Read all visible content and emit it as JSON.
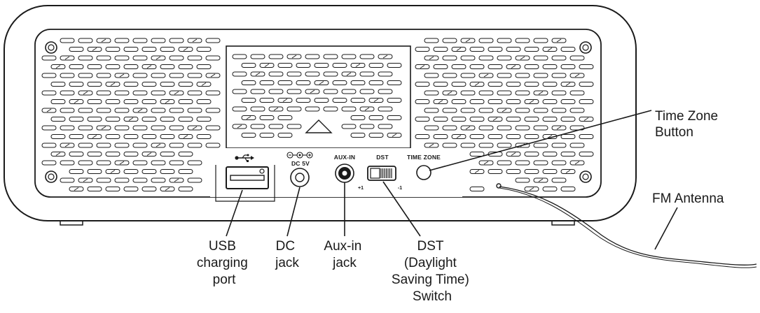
{
  "diagram": {
    "callouts": {
      "usb": [
        "USB",
        "charging",
        "port"
      ],
      "dc": [
        "DC",
        "jack"
      ],
      "aux": [
        "Aux-in",
        "jack"
      ],
      "dst": [
        "DST",
        "(Daylight",
        "Saving Time)",
        "Switch"
      ],
      "timezone": [
        "Time Zone",
        "Button"
      ],
      "antenna": [
        "FM Antenna"
      ]
    },
    "panel_labels": {
      "dc": "DC 5V",
      "aux": "AUX-IN",
      "dst": "DST",
      "timezone": "TIME ZONE",
      "dst_plus": "+1",
      "dst_minus": "-1"
    },
    "icons": [
      "usb-icon",
      "dc-polarity-icon"
    ]
  }
}
